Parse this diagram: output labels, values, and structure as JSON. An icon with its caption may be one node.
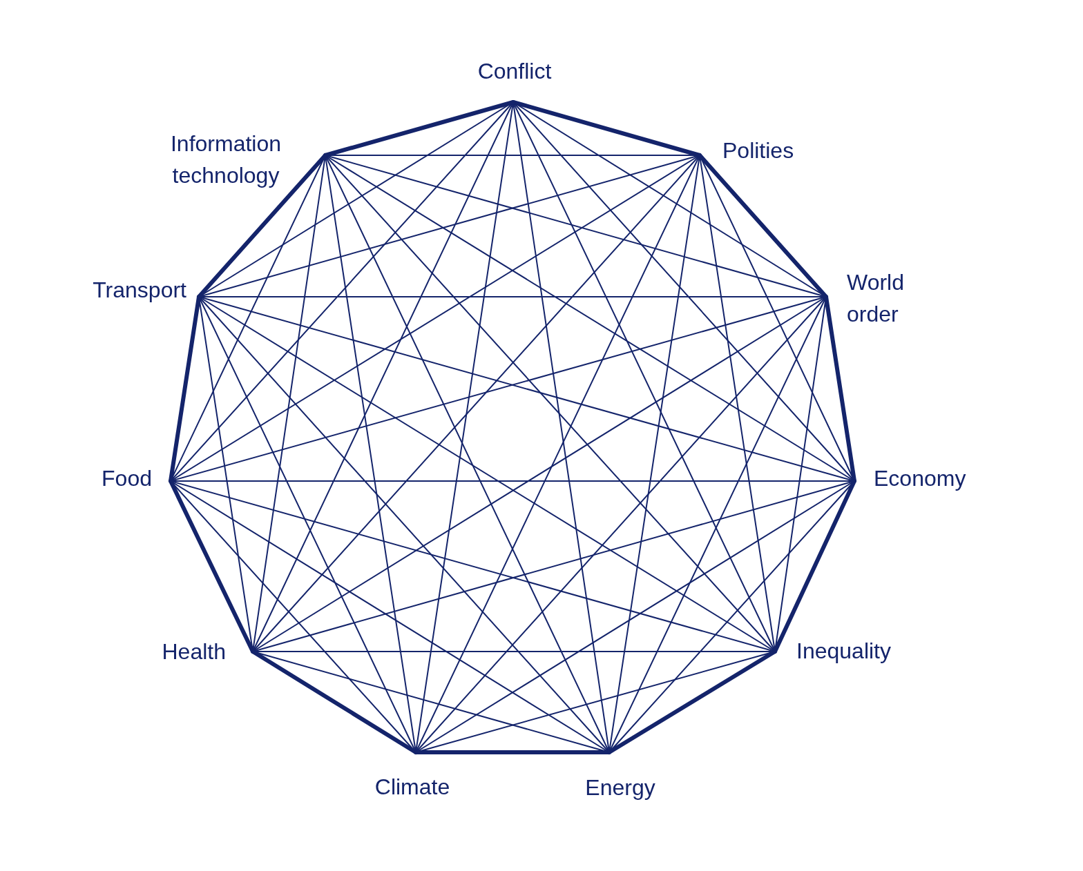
{
  "diagram": {
    "nodes": [
      {
        "text": [
          "Conflict"
        ]
      },
      {
        "text": [
          "Polities"
        ]
      },
      {
        "text": [
          "World order"
        ]
      },
      {
        "text": [
          "Economy"
        ]
      },
      {
        "text": [
          "Inequality"
        ]
      },
      {
        "text": [
          "Energy"
        ]
      },
      {
        "text": [
          "Climate"
        ]
      },
      {
        "text": [
          "Health"
        ]
      },
      {
        "text": [
          "Food"
        ]
      },
      {
        "text": [
          "Transport"
        ]
      },
      {
        "text": [
          "Information technology"
        ]
      }
    ],
    "edges": [
      {
        "from": 0,
        "to": 1,
        "arrow": "none",
        "style": "thick"
      },
      {
        "from": 0,
        "to": 2,
        "arrow": "none"
      },
      {
        "from": 0,
        "to": 3,
        "arrow": "none"
      },
      {
        "from": 0,
        "to": 4,
        "arrow": "none"
      },
      {
        "from": 0,
        "to": 5,
        "arrow": "none"
      },
      {
        "from": 0,
        "to": 6,
        "arrow": "none"
      },
      {
        "from": 0,
        "to": 7,
        "arrow": "none"
      },
      {
        "from": 0,
        "to": 8,
        "arrow": "none"
      },
      {
        "from": 0,
        "to": 9,
        "arrow": "none"
      },
      {
        "from": 0,
        "to": 10,
        "arrow": "none",
        "style": "thick"
      },
      {
        "from": 1,
        "to": 2,
        "arrow": "none",
        "style": "thick"
      },
      {
        "from": 1,
        "to": 3,
        "arrow": "none"
      },
      {
        "from": 1,
        "to": 4,
        "arrow": "none"
      },
      {
        "from": 1,
        "to": 5,
        "arrow": "none"
      },
      {
        "from": 1,
        "to": 6,
        "arrow": "none"
      },
      {
        "from": 1,
        "to": 7,
        "arrow": "none"
      },
      {
        "from": 1,
        "to": 8,
        "arrow": "none"
      },
      {
        "from": 1,
        "to": 9,
        "arrow": "none"
      },
      {
        "from": 1,
        "to": 10,
        "arrow": "none"
      },
      {
        "from": 2,
        "to": 3,
        "arrow": "none",
        "style": "thick"
      },
      {
        "from": 2,
        "to": 4,
        "arrow": "none"
      },
      {
        "from": 2,
        "to": 5,
        "arrow": "none"
      },
      {
        "from": 2,
        "to": 6,
        "arrow": "none"
      },
      {
        "from": 2,
        "to": 7,
        "arrow": "none"
      },
      {
        "from": 2,
        "to": 8,
        "arrow": "none"
      },
      {
        "from": 2,
        "to": 9,
        "arrow": "none"
      },
      {
        "from": 2,
        "to": 10,
        "arrow": "none"
      },
      {
        "from": 3,
        "to": 4,
        "arrow": "none",
        "style": "thick"
      },
      {
        "from": 3,
        "to": 5,
        "arrow": "none"
      },
      {
        "from": 3,
        "to": 6,
        "arrow": "none"
      },
      {
        "from": 3,
        "to": 7,
        "arrow": "none"
      },
      {
        "from": 3,
        "to": 8,
        "arrow": "none"
      },
      {
        "from": 3,
        "to": 9,
        "arrow": "none"
      },
      {
        "from": 3,
        "to": 10,
        "arrow": "none"
      },
      {
        "from": 4,
        "to": 5,
        "arrow": "none",
        "style": "thick"
      },
      {
        "from": 4,
        "to": 6,
        "arrow": "none"
      },
      {
        "from": 4,
        "to": 7,
        "arrow": "none"
      },
      {
        "from": 4,
        "to": 8,
        "arrow": "none"
      },
      {
        "from": 4,
        "to": 9,
        "arrow": "none"
      },
      {
        "from": 4,
        "to": 10,
        "arrow": "none"
      },
      {
        "from": 5,
        "to": 6,
        "arrow": "none",
        "style": "thick"
      },
      {
        "from": 5,
        "to": 7,
        "arrow": "none"
      },
      {
        "from": 5,
        "to": 8,
        "arrow": "none"
      },
      {
        "from": 5,
        "to": 9,
        "arrow": "none"
      },
      {
        "from": 5,
        "to": 10,
        "arrow": "none"
      },
      {
        "from": 6,
        "to": 7,
        "arrow": "none",
        "style": "thick"
      },
      {
        "from": 6,
        "to": 8,
        "arrow": "none"
      },
      {
        "from": 6,
        "to": 9,
        "arrow": "none"
      },
      {
        "from": 6,
        "to": 10,
        "arrow": "none"
      },
      {
        "from": 7,
        "to": 8,
        "arrow": "none",
        "style": "thick"
      },
      {
        "from": 7,
        "to": 9,
        "arrow": "none"
      },
      {
        "from": 7,
        "to": 10,
        "arrow": "none"
      },
      {
        "from": 8,
        "to": 9,
        "arrow": "none",
        "style": "thick"
      },
      {
        "from": 8,
        "to": 10,
        "arrow": "none"
      },
      {
        "from": 9,
        "to": 10,
        "arrow": "none",
        "style": "thick"
      }
    ]
  }
}
